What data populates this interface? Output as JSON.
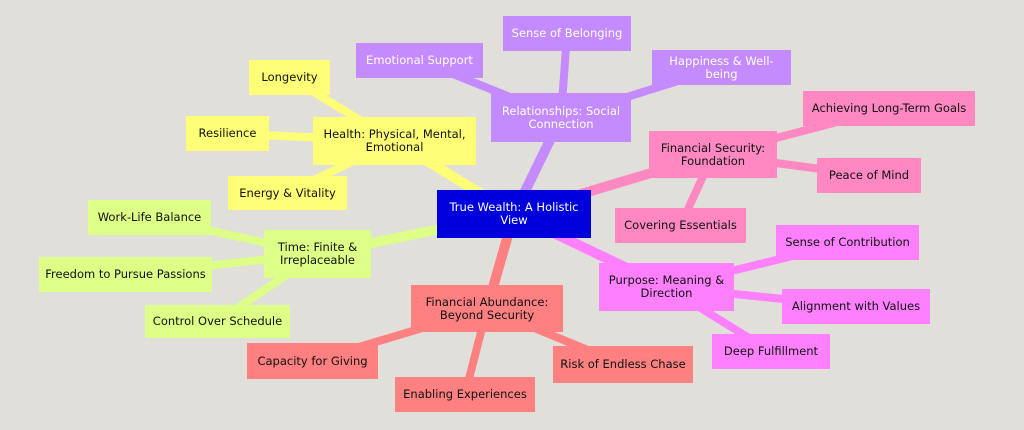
{
  "root": {
    "label": "True Wealth: A Holistic View",
    "color": "#0000dd",
    "text_color": "#ffffff"
  },
  "branches": [
    {
      "id": "health",
      "label": "Health: Physical, Mental, Emotional",
      "color": "#ffff77",
      "text_color": "#111111",
      "children": [
        "Longevity",
        "Resilience",
        "Energy & Vitality"
      ]
    },
    {
      "id": "relationships",
      "label": "Relationships: Social Connection",
      "color": "#c38bff",
      "text_color": "#ffffff",
      "children": [
        "Emotional Support",
        "Sense of Belonging",
        "Happiness & Well-being"
      ]
    },
    {
      "id": "security",
      "label": "Financial Security: Foundation",
      "color": "#ff88c2",
      "text_color": "#111111",
      "children": [
        "Achieving Long-Term Goals",
        "Peace of Mind",
        "Covering Essentials"
      ]
    },
    {
      "id": "purpose",
      "label": "Purpose: Meaning & Direction",
      "color": "#ff80ff",
      "text_color": "#111111",
      "children": [
        "Sense of Contribution",
        "Alignment with Values",
        "Deep Fulfillment"
      ]
    },
    {
      "id": "abundance",
      "label": "Financial Abundance: Beyond Security",
      "color": "#ff8080",
      "text_color": "#111111",
      "children": [
        "Capacity for Giving",
        "Enabling Experiences",
        "Risk of Endless Chase"
      ]
    },
    {
      "id": "time",
      "label": "Time: Finite & Irreplaceable",
      "color": "#ddff88",
      "text_color": "#111111",
      "children": [
        "Work-Life Balance",
        "Freedom to Pursue Passions",
        "Control Over Schedule"
      ]
    }
  ]
}
